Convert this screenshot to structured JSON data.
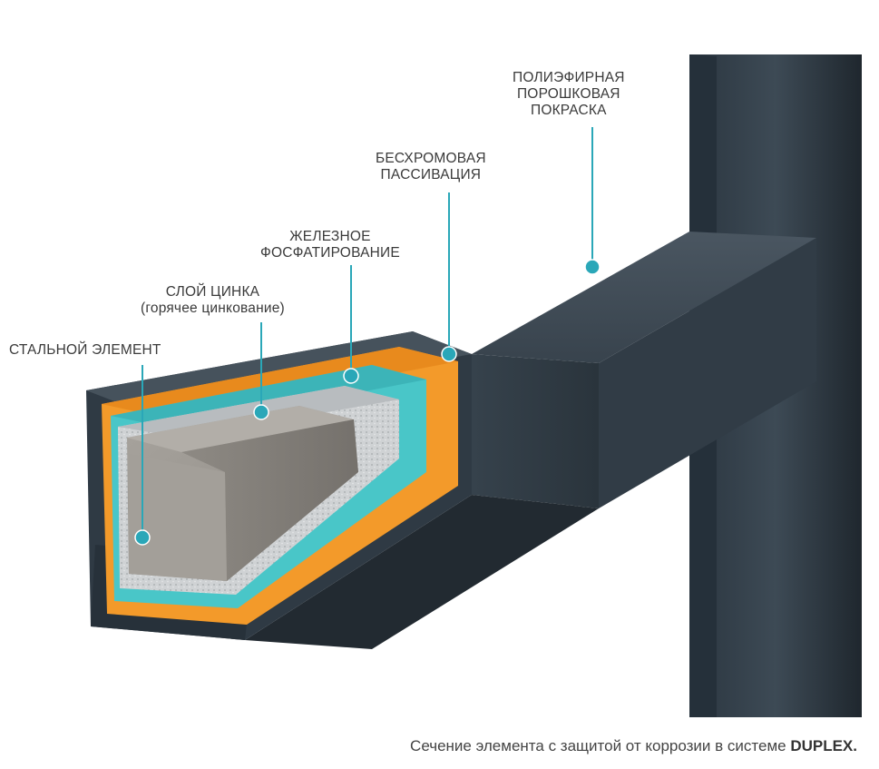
{
  "colors": {
    "accent": "#2aa7b8",
    "coating": "#3a4650",
    "passivation": "#f39a2a",
    "phosphate": "#49c6c8",
    "zinc": "#c9ccce",
    "steel": "#9a9690"
  },
  "labels": {
    "powder_coat": {
      "line1": "ПОЛИЭФИРНАЯ",
      "line2": "ПОРОШКОВАЯ",
      "line3": "ПОКРАСКА"
    },
    "passivation": {
      "line1": "БЕСХРОМОВАЯ",
      "line2": "ПАССИВАЦИЯ"
    },
    "phosphating": {
      "line1": "ЖЕЛЕЗНОЕ",
      "line2": "ФОСФАТИРОВАНИЕ"
    },
    "zinc": {
      "line1": "СЛОЙ ЦИНКА",
      "line2": "(горячее цинкование)"
    },
    "steel": {
      "line1": "СТАЛЬНОЙ ЭЛЕМЕНТ"
    }
  },
  "caption": {
    "text": "Сечение элемента с защитой от коррозии в системе ",
    "brand": "DUPLEX."
  }
}
